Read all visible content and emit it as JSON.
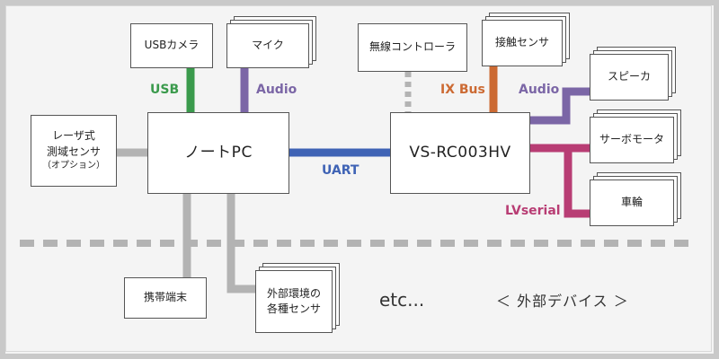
{
  "colors": {
    "usb": "#3a9a4c",
    "audio": "#7b66a6",
    "ixbus": "#cc6a33",
    "uart": "#3f63b5",
    "lvserial": "#b83d74",
    "gray": "#b3b3b3"
  },
  "nodes": {
    "usb_camera": "USBカメラ",
    "mic": "マイク",
    "wireless_controller": "無線コントローラ",
    "contact_sensor": "接触センサ",
    "speaker": "スピーカ",
    "laser_sensor_line1": "レーザ式",
    "laser_sensor_line2": "測域センサ",
    "laser_sensor_line3": "（オプション）",
    "note_pc": "ノートPC",
    "vs_rc003hv": "VS-RC003HV",
    "servo_motor": "サーボモータ",
    "wheel": "車輪",
    "mobile_terminal": "携帯端末",
    "external_sensors_line1": "外部環境の",
    "external_sensors_line2": "各種センサ"
  },
  "labels": {
    "usb": "USB",
    "audio_left": "Audio",
    "ix_bus": "IX Bus",
    "audio_right": "Audio",
    "uart": "UART",
    "lvserial": "LVserial",
    "etc": "etc...",
    "external_devices": "＜ 外部デバイス ＞"
  }
}
